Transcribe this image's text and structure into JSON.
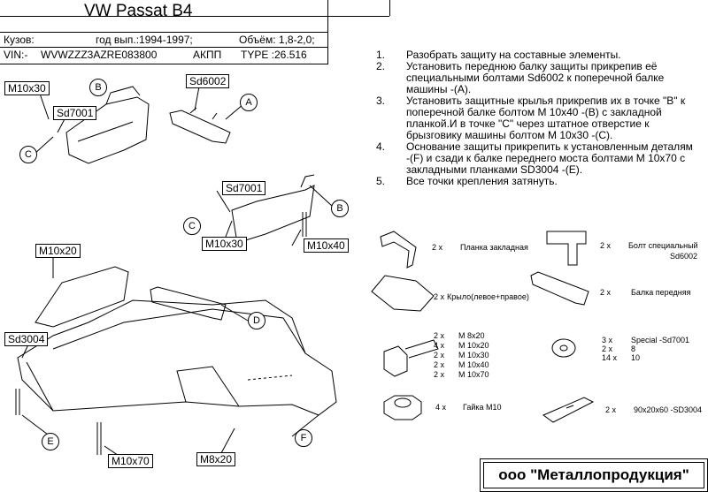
{
  "header": {
    "title": "VW  Passat  B4",
    "body_label": "Кузов:",
    "year_label": "год вып.:1994-1997;",
    "volume_label": "Объём: 1,8-2,0;",
    "vin_label": "VIN:-",
    "vin_value": "WVWZZZ3AZRE083800",
    "transmission": "АКПП",
    "type_label": "TYPE :26.516"
  },
  "instructions": [
    {
      "n": "1.",
      "text": "Разобрать защиту на составные элементы."
    },
    {
      "n": "2.",
      "text": "Установить переднюю балку защиты прикрепив её специальными болтами Sd6002 к поперечной балке машины -(А)."
    },
    {
      "n": "3.",
      "text": "Установить защитные крылья прикрепив их в точке \"В\" к поперечной балке болтом М 10х40 -(В) с закладной планкой.И в точке \"С\" через штатное отверстие к брызговику машины болтом М 10х30 -(С)."
    },
    {
      "n": "4.",
      "text": "Основание защиты прикрепить к установленным деталям -(F) и сзади к балке переднего моста болтами М 10х70 с закладными планками SD3004 -(Е)."
    },
    {
      "n": "5.",
      "text": "Все точки крепления затянуть."
    }
  ],
  "drawing": {
    "labels": [
      "M10x30",
      "Sd7001",
      "Sd6002",
      "Sd7001",
      "M10x30",
      "M10x40",
      "M10x20",
      "Sd3004",
      "M10x70",
      "M8x20"
    ],
    "markers": [
      "B",
      "A",
      "C",
      "B",
      "C",
      "D",
      "E",
      "F"
    ]
  },
  "parts": {
    "plate": {
      "qty": "2 x",
      "name": "Планка закладная"
    },
    "special_bolt": {
      "qty": "2 x",
      "name": "Болт специальный",
      "code": "Sd6002"
    },
    "wing": {
      "qty": "2 x",
      "name": "Крыло(левое+правое)"
    },
    "beam": {
      "qty": "2 x",
      "name": "Балка передняя"
    },
    "bolts": {
      "qty": [
        "2 x",
        "4 x",
        "2 x",
        "2 x",
        "2 x"
      ],
      "sizes": [
        "M 8x20",
        "M 10x20",
        "M 10x30",
        "M 10x40",
        "M 10x70"
      ]
    },
    "washers": {
      "qty": [
        "3 x",
        "2 x",
        "14 x"
      ],
      "specs": [
        "Special -Sd7001",
        "8",
        "10"
      ]
    },
    "nut": {
      "qty": "4 x",
      "name": "Гайка М10"
    },
    "strip": {
      "qty": "2 x",
      "spec": "90x20x60   -SD3004"
    }
  },
  "footer": {
    "company": "ооо \"Металлопродукция\""
  }
}
